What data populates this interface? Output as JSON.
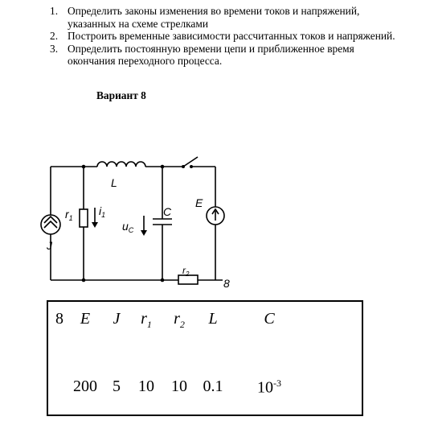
{
  "tasks": [
    {
      "num": "1.",
      "line1": "Определить законы изменения во времени токов и напряжений,",
      "line2": "указанных на схеме стрелками"
    },
    {
      "num": "2.",
      "line1": "Построить временные зависимости рассчитанных токов и напряжений.",
      "line2": ""
    },
    {
      "num": "3.",
      "line1": "Определить постоянную времени цепи и приближенное время",
      "line2": "окончания переходного процесса."
    }
  ],
  "variant_title": "Вариант 8",
  "circuit": {
    "labels": {
      "L": "L",
      "i1": "i",
      "i1_sub": "1",
      "r1": "r",
      "r1_sub": "1",
      "uc": "u",
      "uc_sub": "C",
      "C": "C",
      "E": "E",
      "J": "J",
      "r2": "r",
      "r2_sub": "2",
      "variant_num": "8"
    }
  },
  "params_table": {
    "headers": {
      "num": "8",
      "E": "E",
      "J": "J",
      "r1": "r",
      "r1_sub": "1",
      "r2": "r",
      "r2_sub": "2",
      "L": "L",
      "C": "C"
    },
    "values": {
      "E": "200",
      "J": "5",
      "r1": "10",
      "r2": "10",
      "L": "0.1",
      "C_base": "10",
      "C_exp": "-3"
    }
  }
}
